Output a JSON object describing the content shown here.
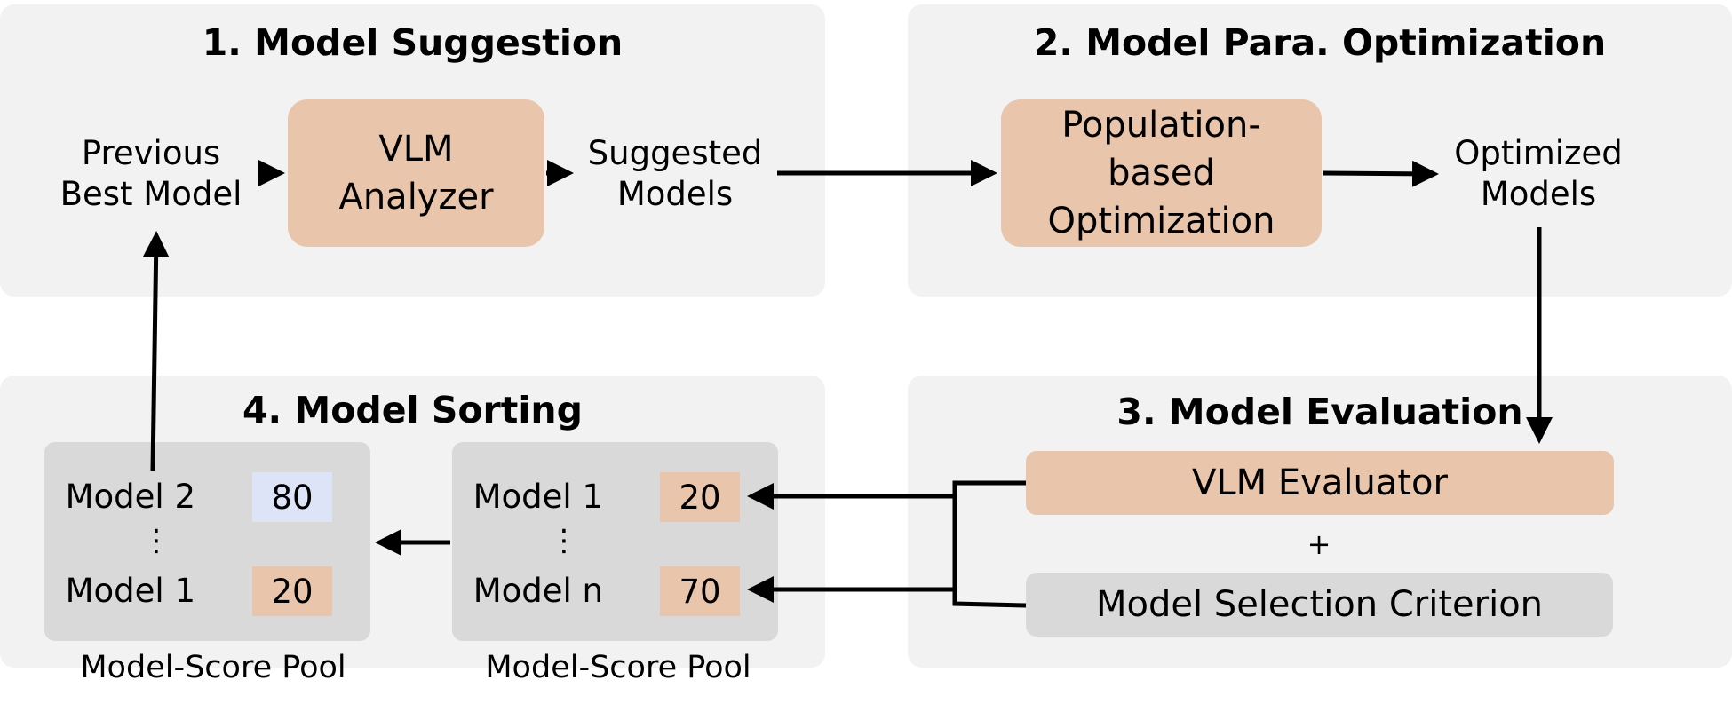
{
  "panels": {
    "suggestion": {
      "title": "1. Model Suggestion",
      "previous_best": "Previous\nBest Model",
      "analyzer": "VLM\nAnalyzer",
      "suggested": "Suggested\nModels"
    },
    "optimization": {
      "title": "2. Model Para. Optimization",
      "optimizer": "Population-\nbased\nOptimization",
      "optimized": "Optimized\nModels"
    },
    "evaluation": {
      "title": "3. Model Evaluation",
      "evaluator": "VLM Evaluator",
      "plus": "+",
      "criterion": "Model Selection Criterion"
    },
    "sorting": {
      "title": "4. Model Sorting",
      "sorted_pool": {
        "rows": [
          {
            "model": "Model 2",
            "score": "80"
          },
          {
            "model": "Model 1",
            "score": "20"
          }
        ],
        "caption": "Model-Score Pool"
      },
      "unsorted_pool": {
        "rows": [
          {
            "model": "Model 1",
            "score": "20"
          },
          {
            "model": "Model n",
            "score": "70"
          }
        ],
        "caption": "Model-Score Pool"
      },
      "ellipsis": "⋮"
    }
  },
  "colors": {
    "panel_bg": "#f2f2f2",
    "accent_orange": "#e9c5ab",
    "pool_gray": "#d9d9d9",
    "highlight_blue": "#dde4f7"
  }
}
